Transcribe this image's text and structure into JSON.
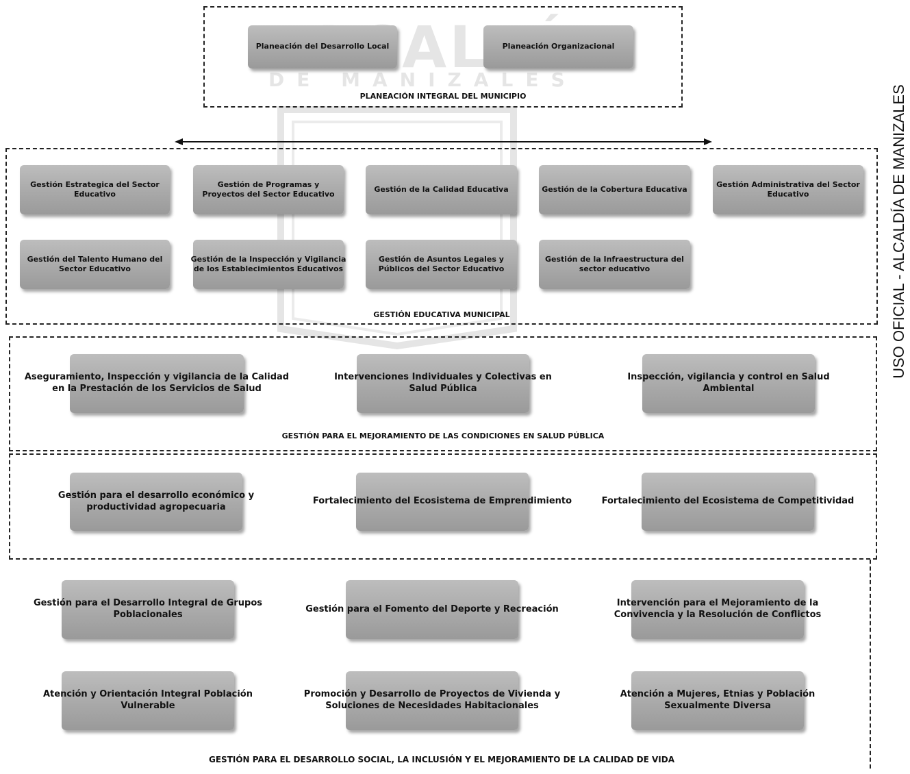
{
  "watermark": {
    "line1": "ALCALDÍA",
    "line2": "DE MANIZALES"
  },
  "side_label": "USO OFICIAL - ALCALDÍA DE MANIZALES",
  "planeacion": {
    "title": "PLANEACIÓN INTEGRAL DEL MUNICIPIO",
    "items": [
      "Planeación del Desarrollo Local",
      "Planeación Organizacional"
    ]
  },
  "educativa": {
    "title": "GESTIÓN EDUCATIVA MUNICIPAL",
    "row1": [
      "Gestión Estrategica del Sector Educativo",
      "Gestión de Programas y Proyectos del Sector Educativo",
      "Gestión de la Calidad Educativa",
      "Gestión de la Cobertura Educativa",
      "Gestión Administrativa del Sector Educativo"
    ],
    "row2": [
      "Gestión del Talento Humano del Sector Educativo",
      "Gestión de la Inspección y Vigilancia de los Establecimientos Educativos",
      "Gestión de Asuntos Legales y Públicos del Sector Educativo",
      "Gestión de la Infraestructura del sector educativo"
    ]
  },
  "salud": {
    "title": "GESTIÓN PARA EL MEJORAMIENTO DE LAS CONDICIONES EN SALUD PÚBLICA",
    "items": [
      "Aseguramiento, Inspección y vigilancia de la Calidad en la Prestación de los Servicios de Salud",
      "Intervenciones Individuales y Colectivas en Salud Pública",
      "Inspección, vigilancia y control en Salud Ambiental"
    ]
  },
  "economico": {
    "items": [
      "Gestión para el desarrollo económico y productividad agropecuaria",
      "Fortalecimiento del Ecosistema de Emprendimiento",
      "Fortalecimiento del Ecosistema de Competitividad"
    ]
  },
  "social": {
    "title": "GESTIÓN PARA EL DESARROLLO SOCIAL, LA INCLUSIÓN Y EL MEJORAMIENTO DE LA CALIDAD DE VIDA",
    "row1": [
      "Gestión para el Desarrollo Integral de Grupos Poblacionales",
      "Gestión para el Fomento del Deporte y Recreación",
      "Intervención para el Mejoramiento de la Convivencia y la Resolución de Conflictos"
    ],
    "row2": [
      "Atención y Orientación Integral Población Vulnerable",
      "Promoción y Desarrollo de Proyectos de Vivienda y Soluciones de Necesidades Habitacionales",
      "Atención a Mujeres, Etnias y Población Sexualmente Diversa"
    ]
  }
}
